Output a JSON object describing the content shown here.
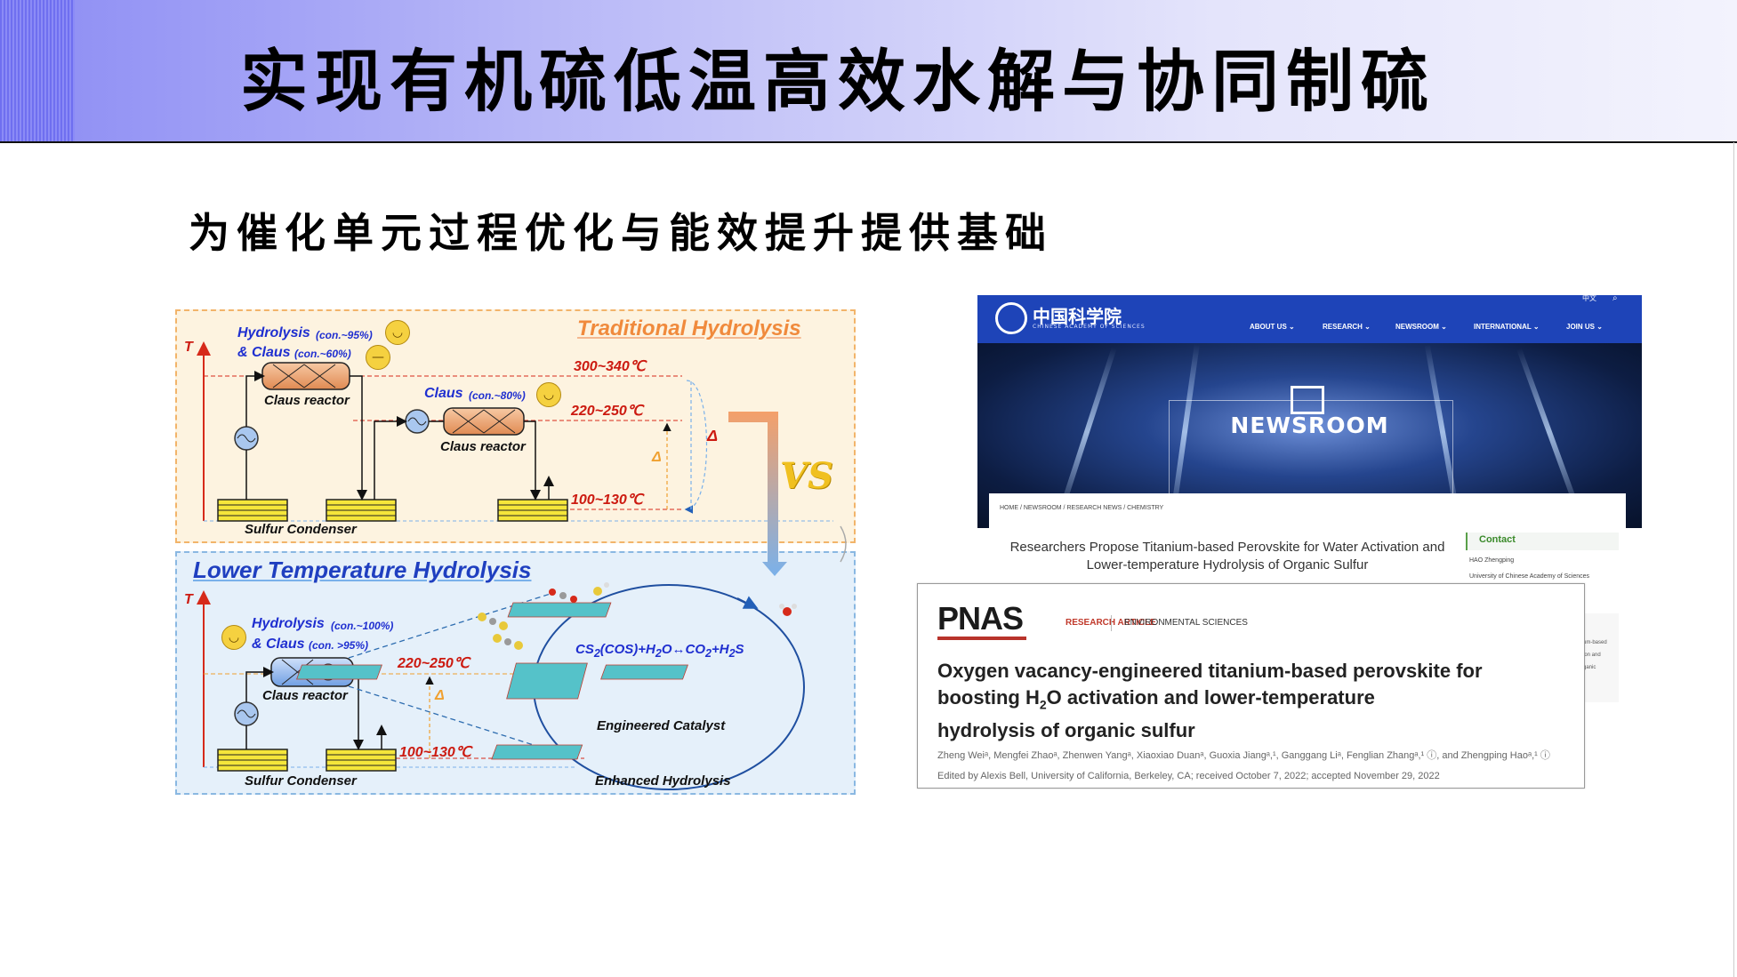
{
  "slide": {
    "title": "实现有机硫低温高效水解与协同制硫",
    "subtitle": "为催化单元过程优化与能效提升提供基础"
  },
  "diagram": {
    "traditional": {
      "heading": "Traditional Hydrolysis",
      "axis_t": "T",
      "hydrolysis": "Hydrolysis",
      "hydrolysis_con": "(con.~95%)",
      "claus1": "& Claus",
      "claus1_con": "(con.~60%)",
      "claus2": "Claus",
      "claus2_con": "(con.~80%)",
      "reactor1": "Claus reactor",
      "reactor2": "Claus reactor",
      "condenser": "Sulfur Condenser",
      "temp_high": "300~340℃",
      "temp_mid": "220~250℃",
      "temp_low": "100~130℃",
      "delta_small": "Δ",
      "delta_big": "Δ"
    },
    "vs": "VS",
    "lower": {
      "heading": "Lower Temperature Hydrolysis",
      "axis_t": "T",
      "hydrolysis": "Hydrolysis",
      "hydrolysis_con": "(con.~100%)",
      "claus": "& Claus",
      "claus_con": "(con. >95%)",
      "reactor": "Claus reactor",
      "condenser": "Sulfur Condenser",
      "temp_mid": "220~250℃",
      "temp_low": "100~130℃",
      "delta": "Δ",
      "reaction_parts": [
        "CS",
        "2",
        "(COS)+H",
        "2",
        "O↔CO",
        "2",
        "+H",
        "2",
        "S"
      ],
      "catalyst": "Engineered Catalyst",
      "enhanced": "Enhanced Hydrolysis"
    }
  },
  "cas": {
    "logo_text": "中国科学院",
    "logo_sub": "CHINESE ACADEMY OF SCIENCES",
    "nav": [
      "ABOUT US ⌄",
      "RESEARCH ⌄",
      "NEWSROOM ⌄",
      "INTERNATIONAL ⌄",
      "JOIN US ⌄"
    ],
    "lang": "中文",
    "search_icon": "search-icon",
    "hero_title": "NEWSROOM",
    "breadcrumb": "HOME / NEWSROOM / RESEARCH NEWS / CHEMISTRY",
    "headline": "Researchers Propose Titanium-based Perovskite for Water Activation and Lower-temperature Hydrolysis of Organic Sulfur",
    "contact_label": "Contact",
    "contact_name": "HAO Zhengping",
    "contact_org": "University of Chinese Academy of Sciences",
    "side_fragments": [
      "um-based",
      "ion and",
      "ganic"
    ]
  },
  "pnas": {
    "logo": "PNAS",
    "article_type": "RESEARCH ARTICLE",
    "field": "ENVIRONMENTAL SCIENCES",
    "title_line1": "Oxygen vacancy-engineered titanium-based perovskite for",
    "title_line2_a": "boosting H",
    "title_line2_sub": "2",
    "title_line2_b": "O activation and lower-temperature",
    "title_line3": "hydrolysis of organic sulfur",
    "authors": "Zheng Weiᵃ, Mengfei Zhaoᵃ, Zhenwen Yangᵃ, Xiaoxiao Duanᵃ, Guoxia Jiangᵃ,¹, Ganggang Liᵃ, Fenglian Zhangᵃ,¹ ⓘ, and Zhengping Haoᵃ,¹ ⓘ",
    "edited": "Edited by Alexis Bell, University of California, Berkeley, CA; received October 7, 2022; accepted November 29, 2022"
  },
  "colors": {
    "title_gradient_start": "#8c8cf4",
    "traditional_bg": "#fdf3e0",
    "lower_bg": "#e5f0fa",
    "cas_blue": "#1e44b8",
    "pnas_red": "#b8332b"
  }
}
